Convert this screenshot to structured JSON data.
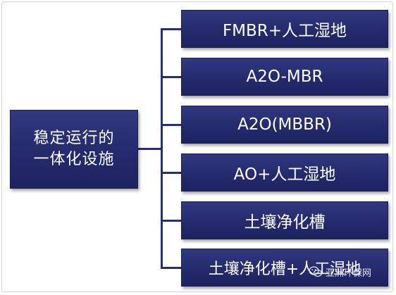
{
  "root": {
    "line1": "稳定运行的",
    "line2": "一体化设施"
  },
  "children": [
    "FMBR+人工湿地",
    "A2O-MBR",
    "A2O(MBBR)",
    "AO+人工湿地",
    "土壤净化槽",
    "土壤净化槽+人工湿地"
  ],
  "watermark": {
    "text": "亚洲环保网",
    "icon": "wechat-icon"
  },
  "colors": {
    "box": "#242a6b",
    "connector": "#2a2f72",
    "text": "#ffffff"
  }
}
